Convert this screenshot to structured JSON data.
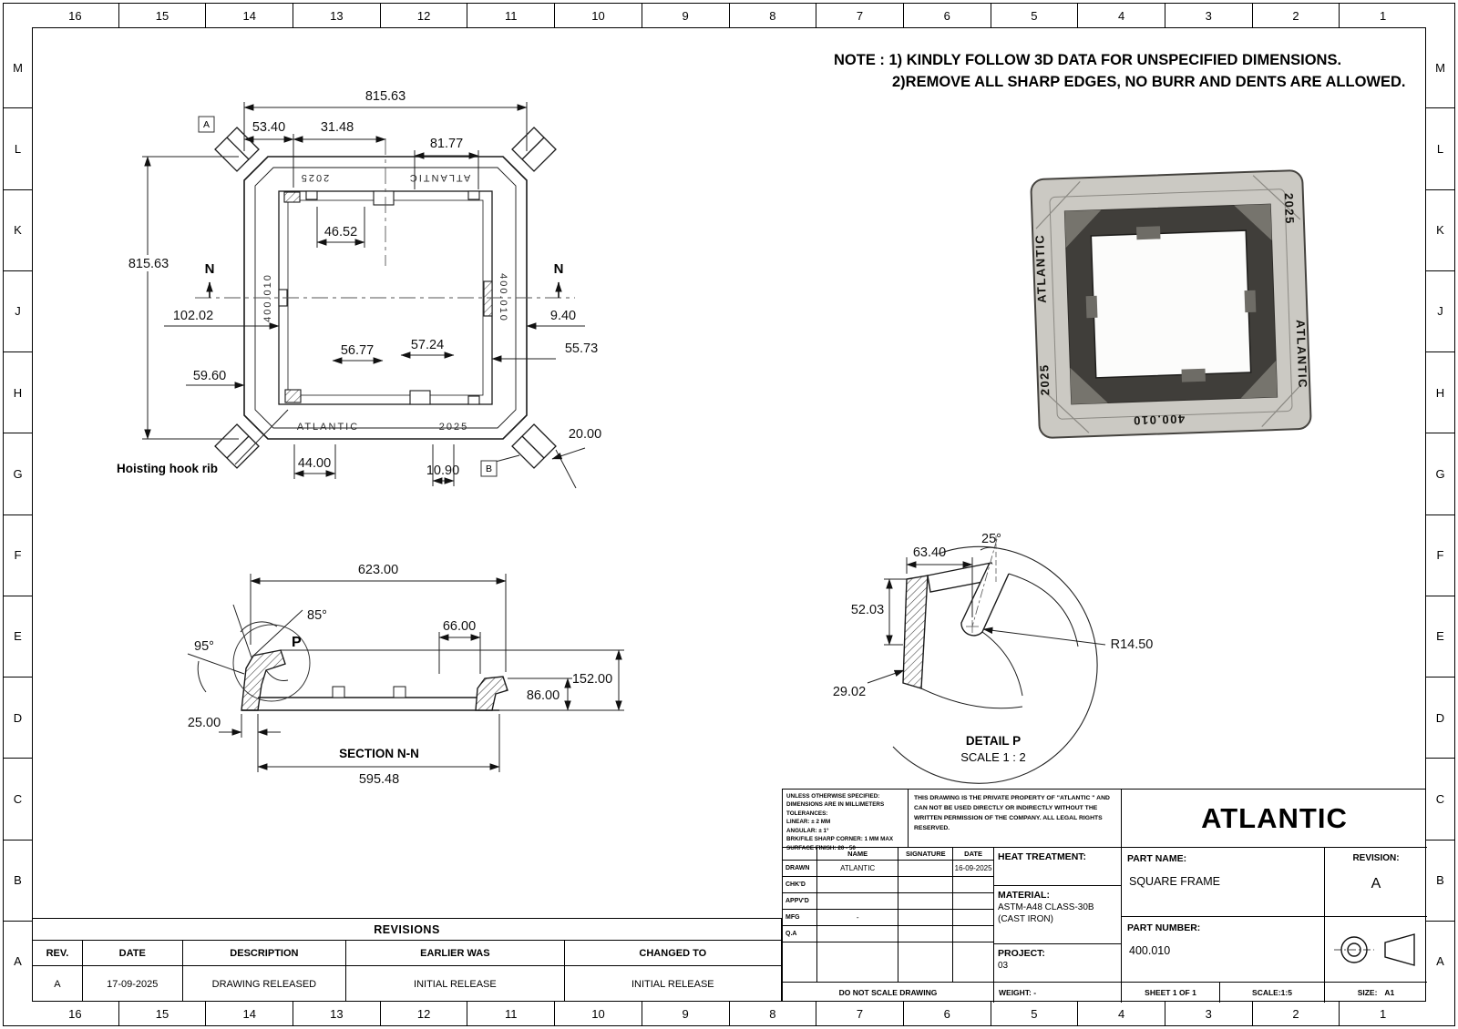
{
  "sheet": {
    "columns": [
      "16",
      "15",
      "14",
      "13",
      "12",
      "11",
      "10",
      "9",
      "8",
      "7",
      "6",
      "5",
      "4",
      "3",
      "2",
      "1"
    ],
    "rows": [
      "M",
      "L",
      "K",
      "J",
      "H",
      "G",
      "F",
      "E",
      "D",
      "C",
      "B",
      "A"
    ]
  },
  "notes": {
    "line1": "NOTE : 1) KINDLY FOLLOW 3D DATA FOR UNSPECIFIED DIMENSIONS.",
    "line2": "2)REMOVE ALL SHARP EDGES, NO BURR AND DENTS ARE ALLOWED."
  },
  "plan_view": {
    "dim_top_width": "815.63",
    "dim_left_height": "815.63",
    "dim_53": "53.40",
    "dim_31": "31.48",
    "dim_81": "81.77",
    "dim_46": "46.52",
    "dim_102": "102.02",
    "dim_9": "9.40",
    "dim_56": "56.77",
    "dim_57": "57.24",
    "dim_55": "55.73",
    "dim_59": "59.60",
    "dim_20": "20.00",
    "dim_44": "44.00",
    "dim_10": "10.90",
    "hoisting_label": "Hoisting hook rib",
    "marker_a": "A",
    "marker_b": "B",
    "section_letter": "N",
    "brand": "ATLANTIC",
    "year": "2025",
    "part_no": "400.010"
  },
  "section_view": {
    "title": "SECTION N-N",
    "dim_623": "623.00",
    "dim_85": "85°",
    "dim_95": "95°",
    "dim_66": "66.00",
    "dim_86": "86.00",
    "dim_152": "152.00",
    "dim_25": "25.00",
    "dim_595": "595.48",
    "detail_letter": "P"
  },
  "detail_view": {
    "title": "DETAIL P",
    "scale": "SCALE 1 : 2",
    "dim_63": "63.40",
    "dim_25deg": "25°",
    "dim_52": "52.03",
    "dim_29": "29.02",
    "dim_r14": "R14.50"
  },
  "iso_view": {
    "brand_left": "ATLANTIC",
    "year_top_right": "2025",
    "brand_right": "ATLANTIC",
    "year_bottom_left": "2025",
    "part_no_bottom": "400.010"
  },
  "revisions": {
    "title": "REVISIONS",
    "headers": [
      "REV.",
      "DATE",
      "DESCRIPTION",
      "EARLIER WAS",
      "CHANGED TO"
    ],
    "rows": [
      [
        "A",
        "17-09-2025",
        "DRAWING RELEASED",
        "INITIAL RELEASE",
        "INITIAL RELEASE"
      ]
    ]
  },
  "title_block": {
    "tolerances": [
      "UNLESS OTHERWISE SPECIFIED:",
      "DIMENSIONS ARE IN MILLIMETERS",
      "TOLERANCES:",
      "LINEAR: ± 2 MM",
      "ANGULAR: ± 1°",
      "BRK/FILE SHARP CORNER: 1 MM MAX",
      "SURFACE FINISH: 20 - 50"
    ],
    "property_notice": "THIS DRAWING IS THE PRIVATE PROPERTY OF \"ATLANTIC \" AND CAN NOT BE USED DIRECTLY OR INDIRECTLY WITHOUT THE WRITTEN PERMISSION  OF THE COMPANY. ALL LEGAL RIGHTS RESERVED.",
    "company": "ATLANTIC",
    "signoff": {
      "headers": [
        "NAME",
        "SIGNATURE",
        "DATE"
      ],
      "rows": [
        {
          "role": "DRAWN",
          "name": "ATLANTIC",
          "signature": "",
          "date": "16-09-2025"
        },
        {
          "role": "CHK'D",
          "name": "",
          "signature": "",
          "date": ""
        },
        {
          "role": "APPV'D",
          "name": "",
          "signature": "",
          "date": ""
        },
        {
          "role": "MFG",
          "name": "-",
          "signature": "",
          "date": ""
        },
        {
          "role": "Q.A",
          "name": "",
          "signature": "",
          "date": ""
        }
      ]
    },
    "heat_treatment_label": "HEAT TREATMENT:",
    "material_label": "MATERIAL:",
    "material_value_line1": "ASTM-A48 CLASS-30B",
    "material_value_line2": "(CAST IRON)",
    "project_label": "PROJECT:",
    "project_value": "03",
    "part_name_label": "PART NAME:",
    "part_name_value": "SQUARE FRAME",
    "revision_label": "REVISION:",
    "revision_value": "A",
    "part_number_label": "PART NUMBER:",
    "part_number_value": "400.010",
    "do_not_scale": "DO NOT SCALE DRAWING",
    "weight_label": "WEIGHT: -",
    "sheet_label": "SHEET 1 OF 1",
    "scale_label": "SCALE:1:5",
    "size_label": "SIZE:",
    "size_value": "A1"
  }
}
